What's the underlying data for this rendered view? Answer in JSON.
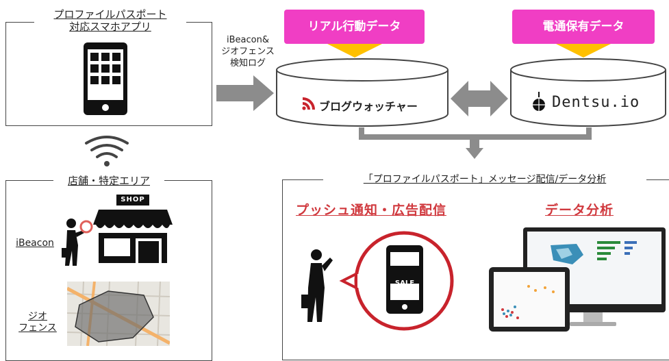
{
  "app_frame": {
    "title_line1": "プロファイルパスポート",
    "title_line2": "対応スマホアプリ"
  },
  "store_frame": {
    "title": "店舗・特定エリア",
    "ibeacon_label": "iBeacon",
    "geofence_label_line1": "ジオ",
    "geofence_label_line2": "フェンス",
    "shop_sign": "SHOP"
  },
  "arrow_label": {
    "line1": "iBeacon&",
    "line2": "ジオフェンス",
    "line3": "検知ログ"
  },
  "sources": {
    "real_behavior": "リアル行動データ",
    "dentsu_owned": "電通保有データ"
  },
  "databases": {
    "blogwatcher": "ブログウォッチャー",
    "dentsu_io": "Dentsu.io"
  },
  "output_frame": {
    "title": "「プロファイルパスポート」メッセージ配信/データ分析",
    "push_heading": "プッシュ通知・広告配信",
    "analysis_heading": "データ分析",
    "sale_label": "SALE"
  },
  "colors": {
    "pink": "#f03ec4",
    "yellow": "#ffc000",
    "gray_arrow": "#8c8c8c",
    "red": "#d0393e"
  }
}
